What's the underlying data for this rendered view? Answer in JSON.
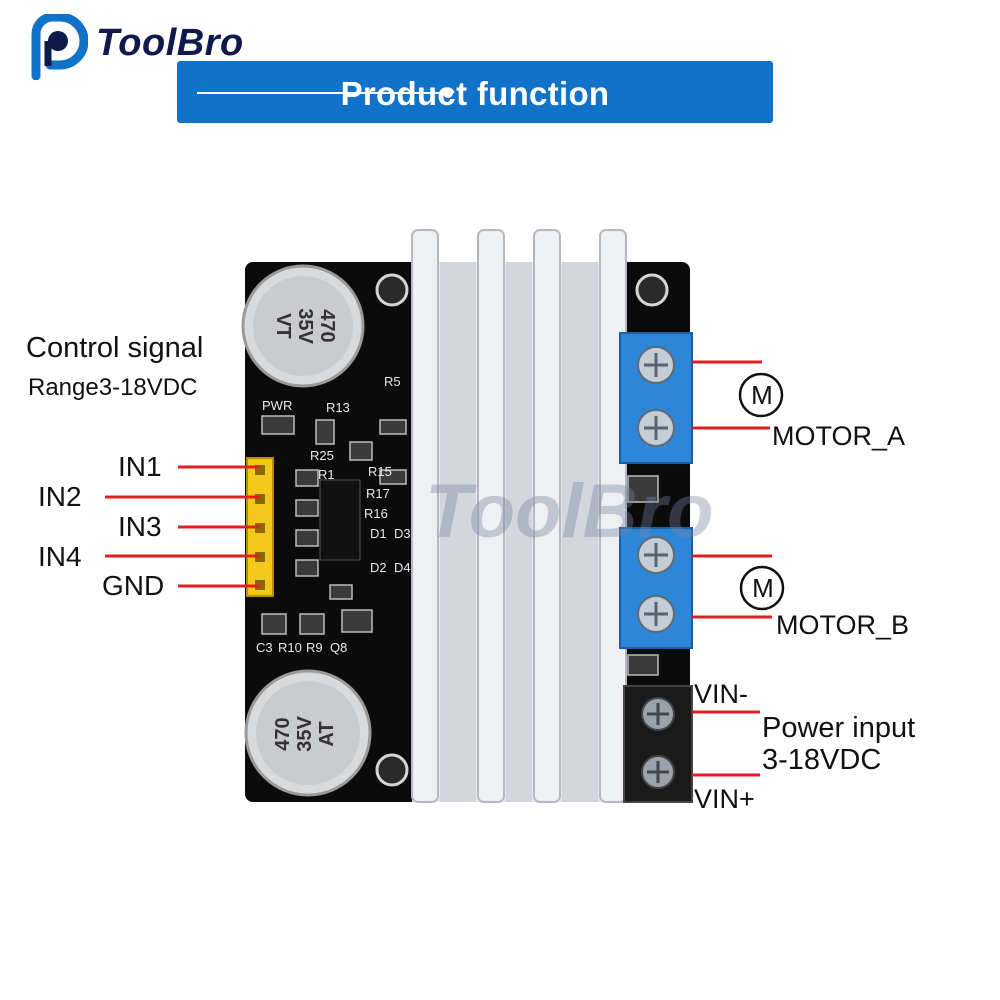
{
  "brand": {
    "name": "ToolBro",
    "logo_icon": "toolbro-p-logo-icon",
    "navy": "#0d1a4a",
    "blue": "#1172c9"
  },
  "banner": {
    "title": "Product function"
  },
  "control": {
    "heading": "Control signal",
    "range": "Range3-18VDC",
    "pins": [
      "IN1",
      "IN2",
      "IN3",
      "IN4",
      "GND"
    ]
  },
  "motors": [
    {
      "label": "MOTOR_A",
      "symbol": "M"
    },
    {
      "label": "MOTOR_B",
      "symbol": "M"
    }
  ],
  "power": {
    "vin_minus": "VIN-",
    "vin_plus": "VIN+",
    "line1": "Power input",
    "line2": "3-18VDC"
  },
  "board": {
    "capacitor_top": [
      "470",
      "35V",
      "VT"
    ],
    "capacitor_bottom": [
      "470",
      "35V",
      "AT"
    ],
    "silkscreen": [
      "PWR",
      "R13",
      "R5",
      "R25",
      "R1",
      "R15",
      "R17",
      "R16",
      "D1",
      "D3",
      "D2",
      "D4",
      "C3",
      "R10",
      "R9",
      "Q8"
    ]
  },
  "colors": {
    "pcb": "#0b0b0b",
    "heatsink": "#dfe3e8",
    "terminal_blue": "#2e86d8",
    "terminal_black": "#1a1a1a",
    "header_yellow": "#f2c81c",
    "wire_red": "#e02020"
  }
}
